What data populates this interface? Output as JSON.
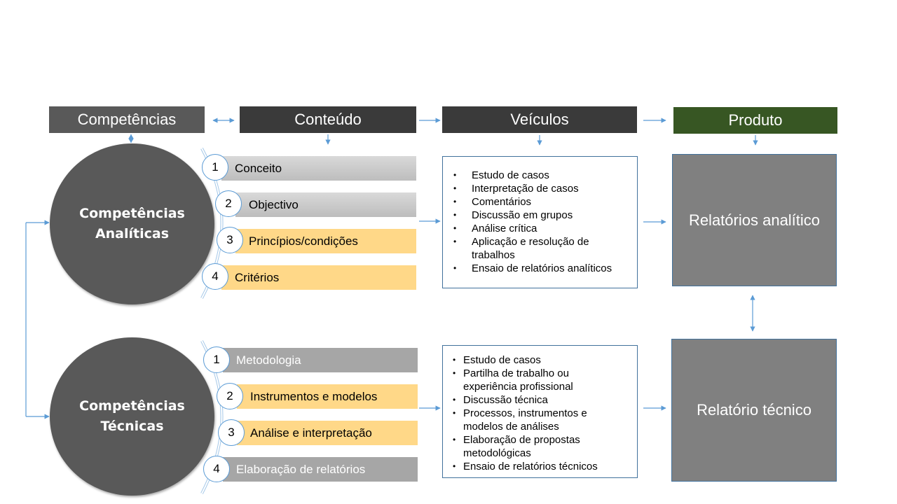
{
  "headers": {
    "competencias": "Competências",
    "conteudo": "Conteúdo",
    "veiculos": "Veículos",
    "produto": "Produto"
  },
  "colors": {
    "header_dark": "#595959",
    "header_darker": "#3a3a3a",
    "header_green": "#375623",
    "circle": "#595959",
    "arrow": "#5b9bd5",
    "bar_yellow": "#ffd888",
    "bar_grey": "#d0d0d0",
    "bar_dark_grey": "#a6a6a6",
    "product_box": "#808080"
  },
  "analiticas": {
    "title_line1": "Competências",
    "title_line2": "Analíticas",
    "items": [
      {
        "num": "1",
        "label": "Conceito"
      },
      {
        "num": "2",
        "label": "Objectivo"
      },
      {
        "num": "3",
        "label": "Princípios/condições"
      },
      {
        "num": "4",
        "label": "Critérios"
      }
    ],
    "veiculos": [
      "Estudo de casos",
      "Interpretação  de casos",
      "Comentários",
      "Discussão em grupos",
      "Análise crítica",
      "Aplicação e resolução de trabalhos",
      "Ensaio de relatórios analíticos"
    ],
    "produto": "Relatórios analítico"
  },
  "tecnicas": {
    "title_line1": "Competências",
    "title_line2": "Técnicas",
    "items": [
      {
        "num": "1",
        "label": "Metodologia"
      },
      {
        "num": "2",
        "label": "Instrumentos e modelos"
      },
      {
        "num": "3",
        "label": "Análise e interpretação"
      },
      {
        "num": "4",
        "label": "Elaboração de relatórios"
      }
    ],
    "veiculos": [
      "Estudo de casos",
      "Partilha de trabalho ou experiência profissional",
      "Discussão técnica",
      "Processos, instrumentos  e modelos de análises",
      "Elaboração de propostas metodológicas",
      "Ensaio de relatórios técnicos"
    ],
    "produto": "Relatório técnico"
  }
}
